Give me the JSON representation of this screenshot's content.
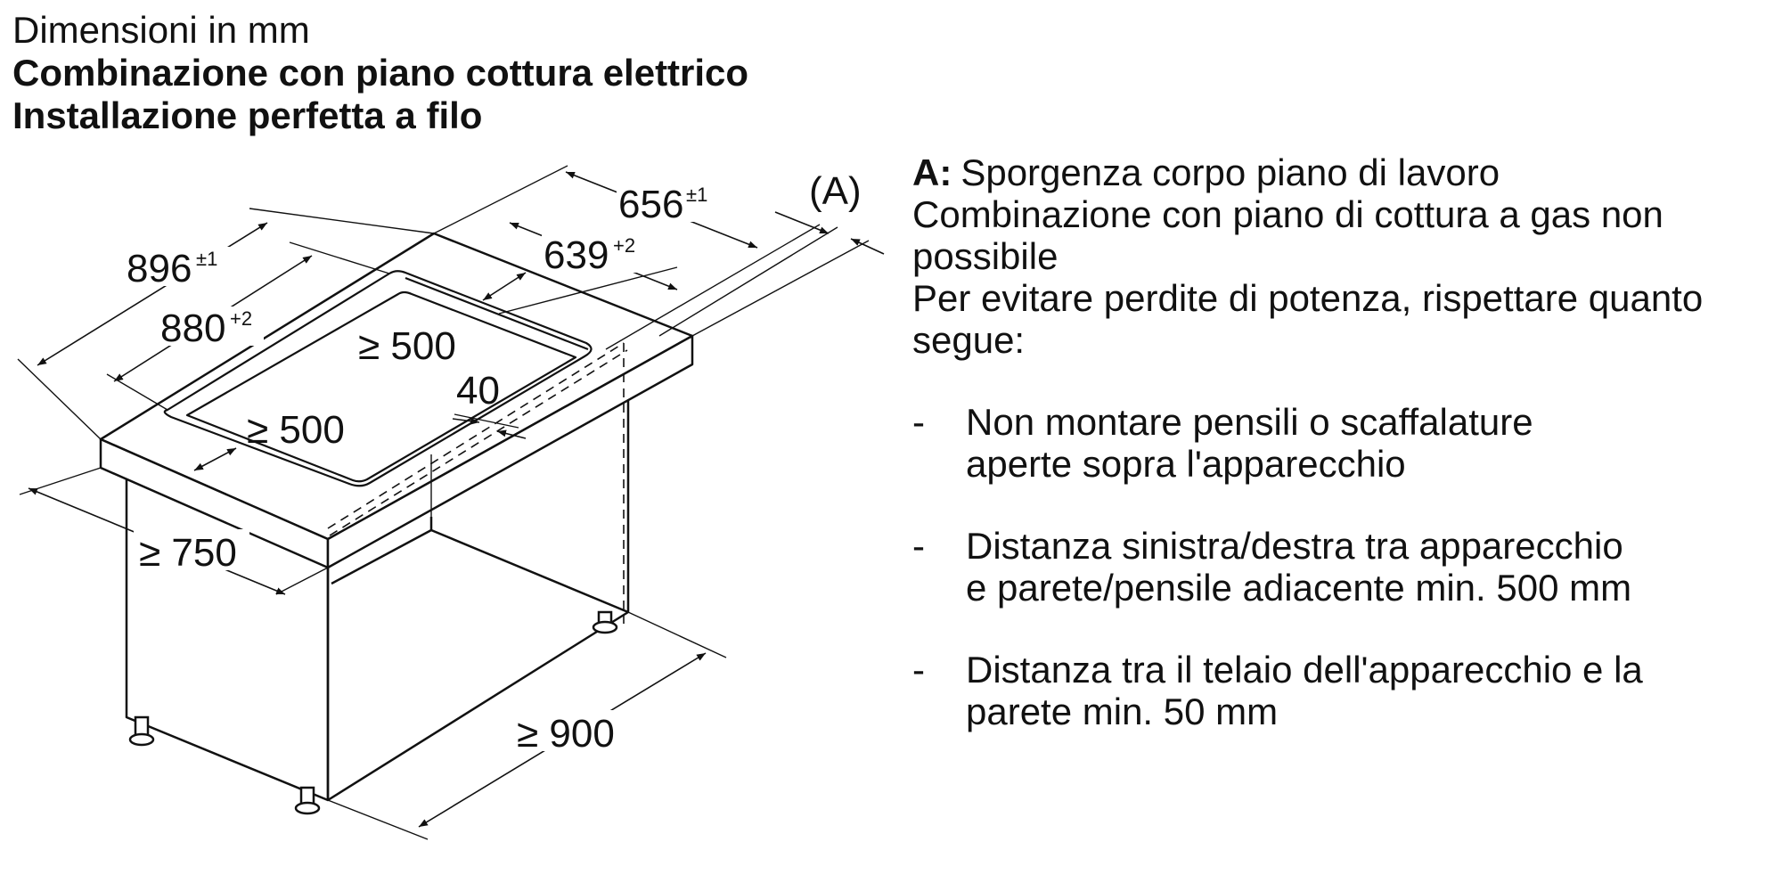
{
  "header": {
    "line1": "Dimensioni in mm",
    "line2": "Combinazione con piano cottura elettrico",
    "line3": "Installazione perfetta a filo"
  },
  "diagram": {
    "dims": {
      "d656": "656",
      "d656_tol": "±1",
      "d639": "639",
      "d639_tol": "+2",
      "d896": "896",
      "d896_tol": "±1",
      "d880": "880",
      "d880_tol": "+2",
      "d500a": "≥ 500",
      "d500b": "≥ 500",
      "d40": "40",
      "d750": "≥ 750",
      "d900": "≥ 900",
      "callout_a": "(A)"
    }
  },
  "notes": {
    "a_label": "A:",
    "a_text": "Sporgenza corpo piano di lavoro",
    "para1": "Combinazione con piano di cottura a gas non possibile",
    "para2": "Per evitare perdite di potenza, rispettare quanto segue:",
    "bullets": [
      {
        "dash": "-",
        "line1": "Non montare pensili o scaffalature",
        "line2": "aperte sopra l'apparecchio"
      },
      {
        "dash": "-",
        "line1": "Distanza sinistra/destra tra apparecchio",
        "line2": "e parete/pensile adiacente min. 500 mm"
      },
      {
        "dash": "-",
        "line1": "Distanza tra il telaio dell'apparecchio e la",
        "line2": "parete min. 50 mm"
      }
    ]
  }
}
